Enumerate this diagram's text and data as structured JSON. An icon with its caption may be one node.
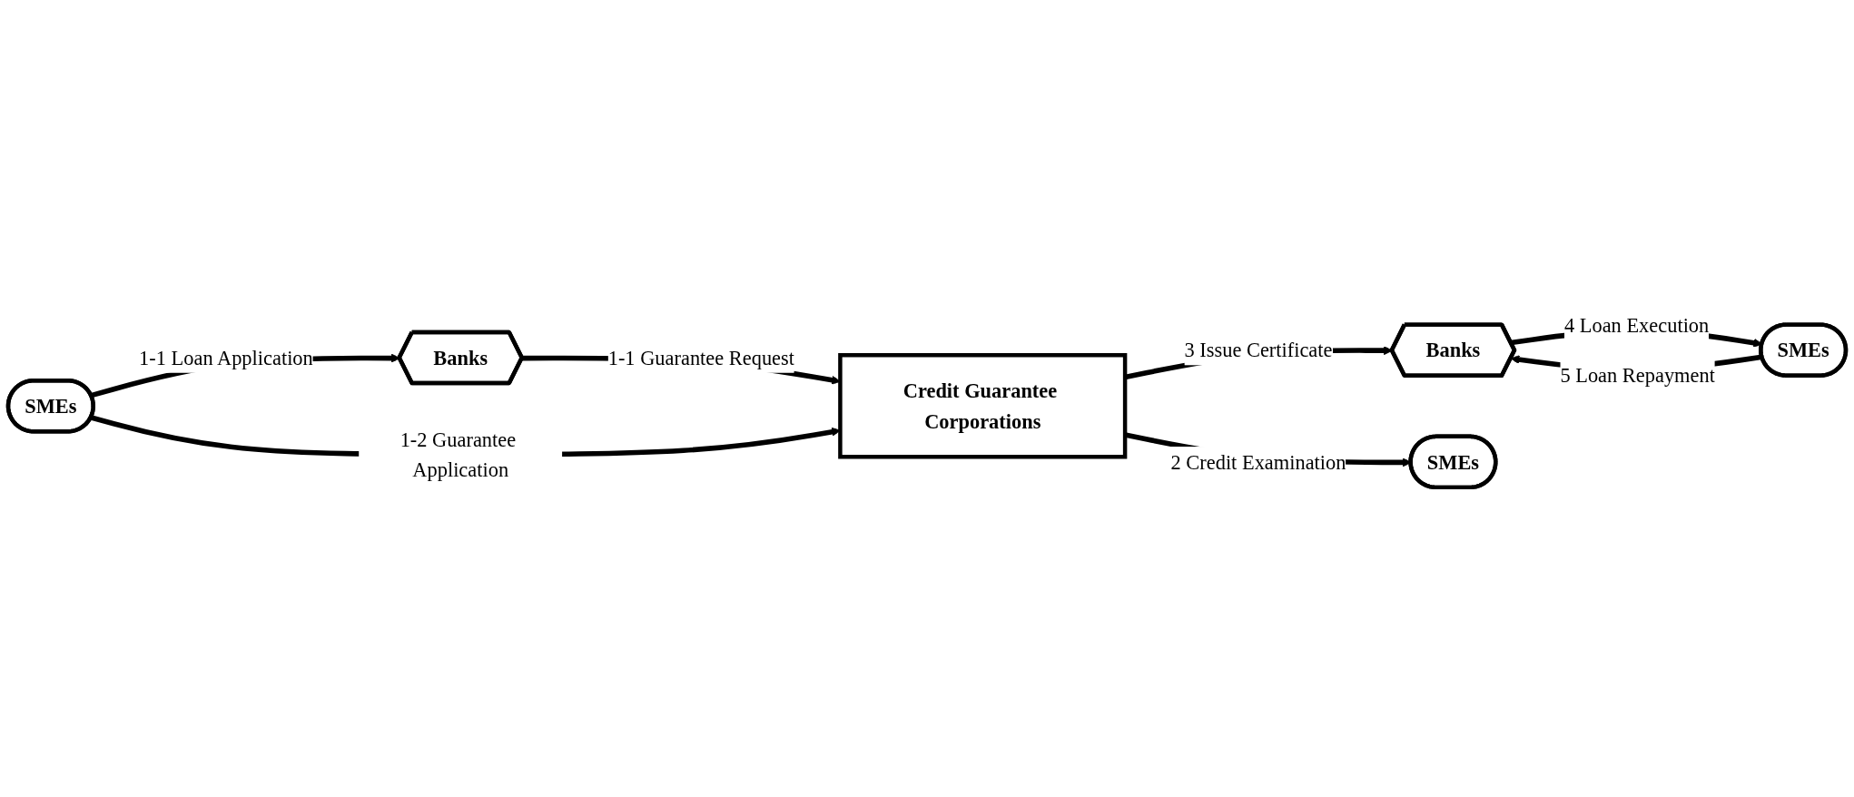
{
  "diagram": {
    "nodes": [
      {
        "text": [
          "SMEs"
        ]
      },
      {
        "text": [
          "Banks"
        ]
      },
      {
        "text": [
          "Credit Guarantee Corporations"
        ]
      },
      {
        "text": [
          "Banks"
        ]
      },
      {
        "text": [
          "SMEs"
        ]
      },
      {
        "text": [
          "SMEs"
        ]
      }
    ],
    "edges": [
      {
        "from": 0,
        "to": 1,
        "arrow": "to",
        "label": "1-1 Loan Application"
      },
      {
        "from": 1,
        "to": 2,
        "arrow": "to",
        "label": "1-1 Guarantee Request"
      },
      {
        "from": 0,
        "to": 2,
        "arrow": "to",
        "label": "1-2 Guarantee Application"
      },
      {
        "from": 2,
        "to": 3,
        "arrow": "to",
        "label": "3 Issue Certificate"
      },
      {
        "from": 3,
        "to": 4,
        "arrow": "to",
        "label": "4 Loan Execution"
      },
      {
        "from": 4,
        "to": 3,
        "arrow": "to",
        "label": "5 Loan Repayment"
      },
      {
        "from": 2,
        "to": 5,
        "arrow": "to",
        "label": "2 Credit Examination"
      }
    ]
  }
}
